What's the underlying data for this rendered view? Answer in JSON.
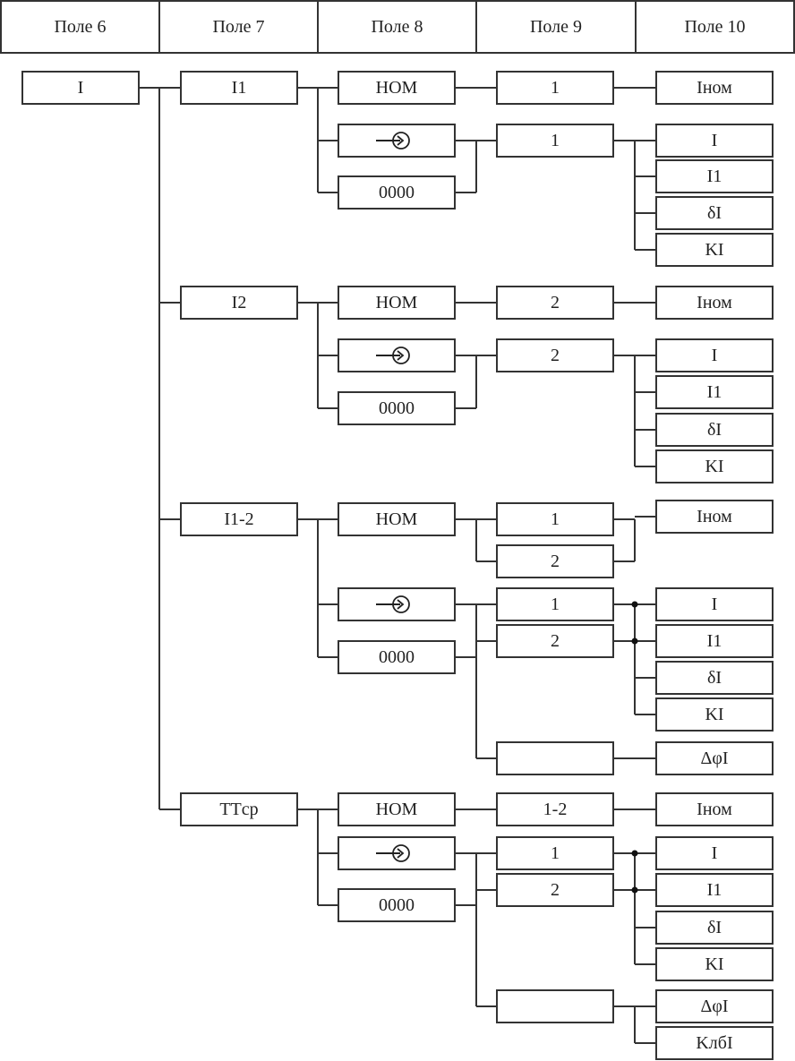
{
  "header": {
    "fields": [
      "Поле 6",
      "Поле 7",
      "Поле 8",
      "Поле 9",
      "Поле 10"
    ]
  },
  "icons": {
    "arrow_circle": "arrow-into-circle-icon"
  },
  "tree": {
    "root": "I",
    "groups": [
      {
        "label": "I1",
        "nom": {
          "mode": "НОМ",
          "channels": [
            "1"
          ],
          "outputs": [
            "Iном"
          ]
        },
        "measure": {
          "modes": [
            "→⊙",
            "0000"
          ],
          "channels": [
            "1"
          ],
          "outputs": [
            "I",
            "I1",
            "δI",
            "KI"
          ],
          "extra": null
        }
      },
      {
        "label": "I2",
        "nom": {
          "mode": "НОМ",
          "channels": [
            "2"
          ],
          "outputs": [
            "Iном"
          ]
        },
        "measure": {
          "modes": [
            "→⊙",
            "0000"
          ],
          "channels": [
            "2"
          ],
          "outputs": [
            "I",
            "I1",
            "δI",
            "KI"
          ],
          "extra": null
        }
      },
      {
        "label": "I1-2",
        "nom": {
          "mode": "НОМ",
          "channels": [
            "1",
            "2"
          ],
          "outputs": [
            "Iном"
          ]
        },
        "measure": {
          "modes": [
            "→⊙",
            "0000"
          ],
          "channels": [
            "1",
            "2"
          ],
          "outputs": [
            "I",
            "I1",
            "δI",
            "KI"
          ],
          "extra": {
            "channel": "",
            "outputs": [
              "ΔφI"
            ]
          }
        }
      },
      {
        "label": "TTср",
        "nom": {
          "mode": "НОМ",
          "channels": [
            "1-2"
          ],
          "outputs": [
            "Iном"
          ]
        },
        "measure": {
          "modes": [
            "→⊙",
            "0000"
          ],
          "channels": [
            "1",
            "2"
          ],
          "outputs": [
            "I",
            "I1",
            "δI",
            "KI"
          ],
          "extra": {
            "channel": "",
            "outputs": [
              "ΔφI",
              "KлбI"
            ]
          }
        }
      }
    ]
  }
}
